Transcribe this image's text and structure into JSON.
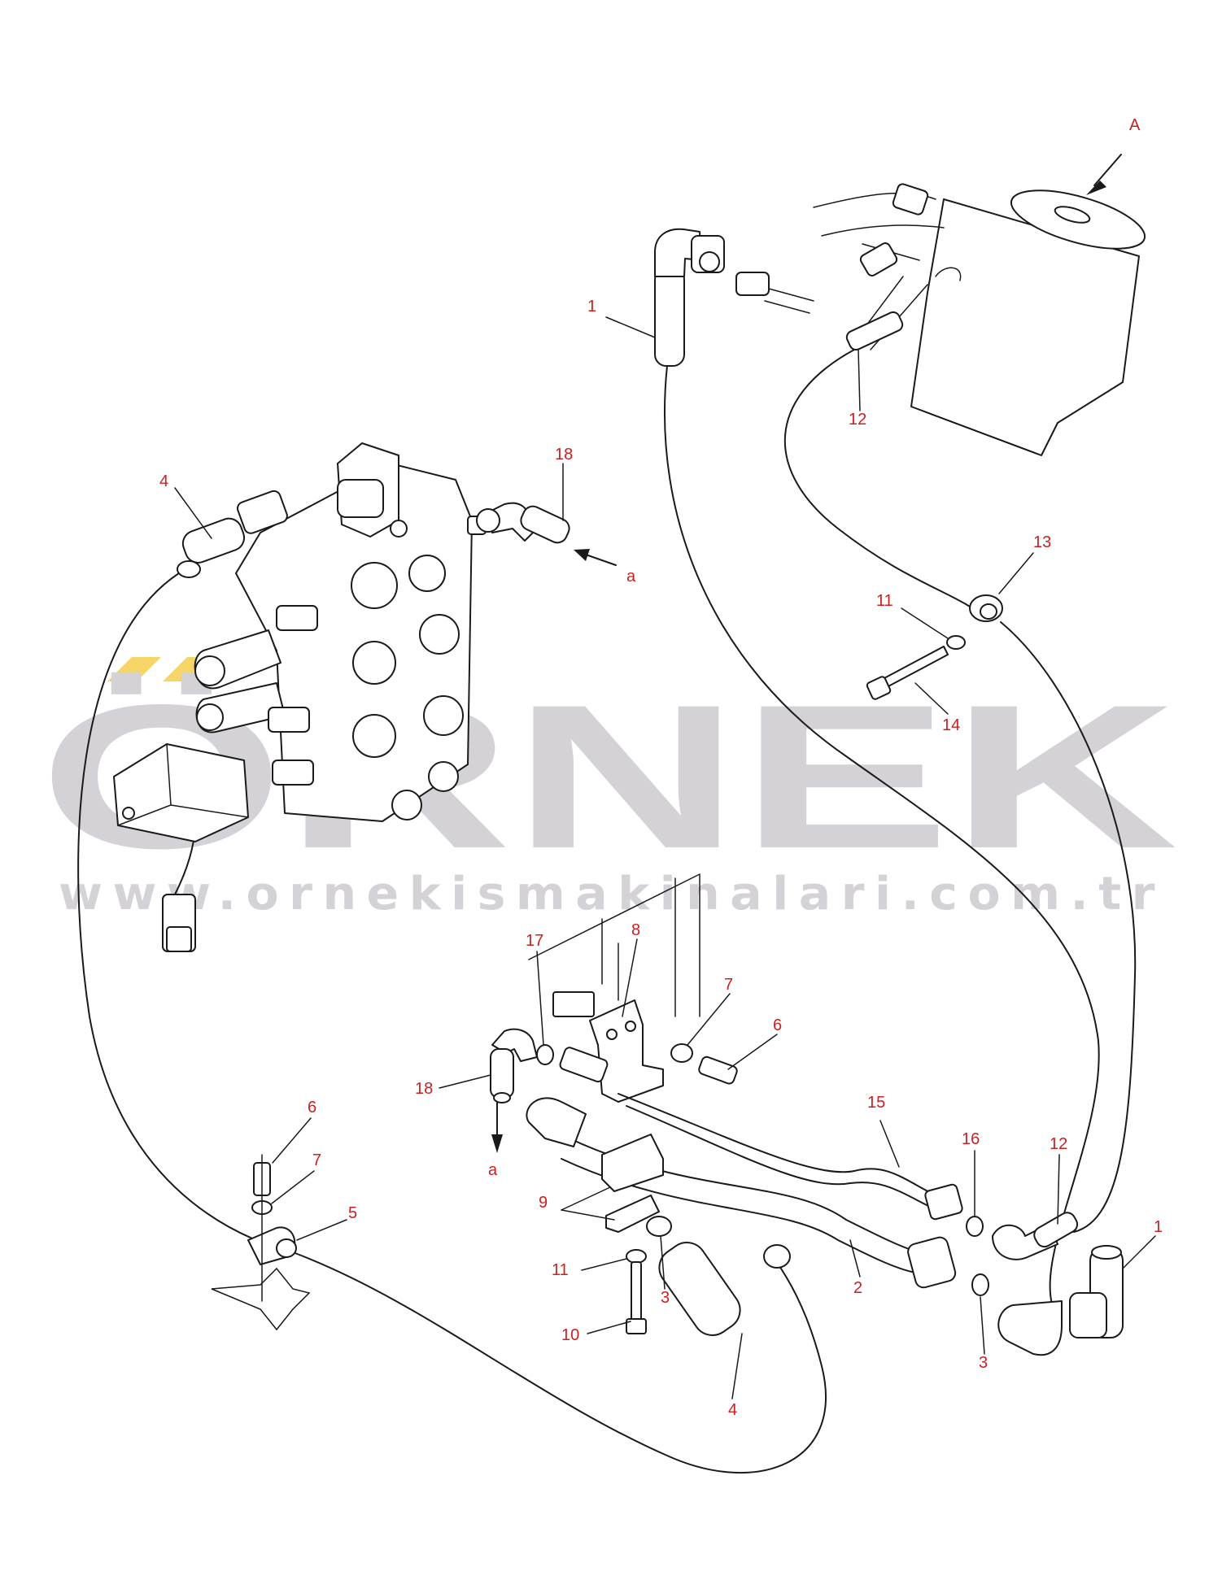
{
  "watermark": {
    "brand": "ÖRNEK",
    "url": "www.ornekismakinalari.com.tr",
    "logo_color": "#f5d565",
    "text_color": "#d4d1d7"
  },
  "view_marks": {
    "view_a": "A",
    "arrow_a_top": "a",
    "arrow_a_bottom": "a"
  },
  "callouts": {
    "c1_top": "1",
    "c12_top": "12",
    "c4_top": "4",
    "c18_top": "18",
    "c13": "13",
    "c11_top": "11",
    "c14": "14",
    "c17": "17",
    "c8": "8",
    "c7_right": "7",
    "c6_right": "6",
    "c18_bottom": "18",
    "c15": "15",
    "c16": "16",
    "c12_bottom": "12",
    "c1_right": "1",
    "c6_left": "6",
    "c7_left": "7",
    "c5": "5",
    "c9": "9",
    "c11_bottom": "11",
    "c3_mid": "3",
    "c2": "2",
    "c3_right": "3",
    "c10": "10",
    "c4_bottom": "4"
  },
  "colors": {
    "label": "#cc1f1f",
    "line": "#1a1a1a"
  }
}
